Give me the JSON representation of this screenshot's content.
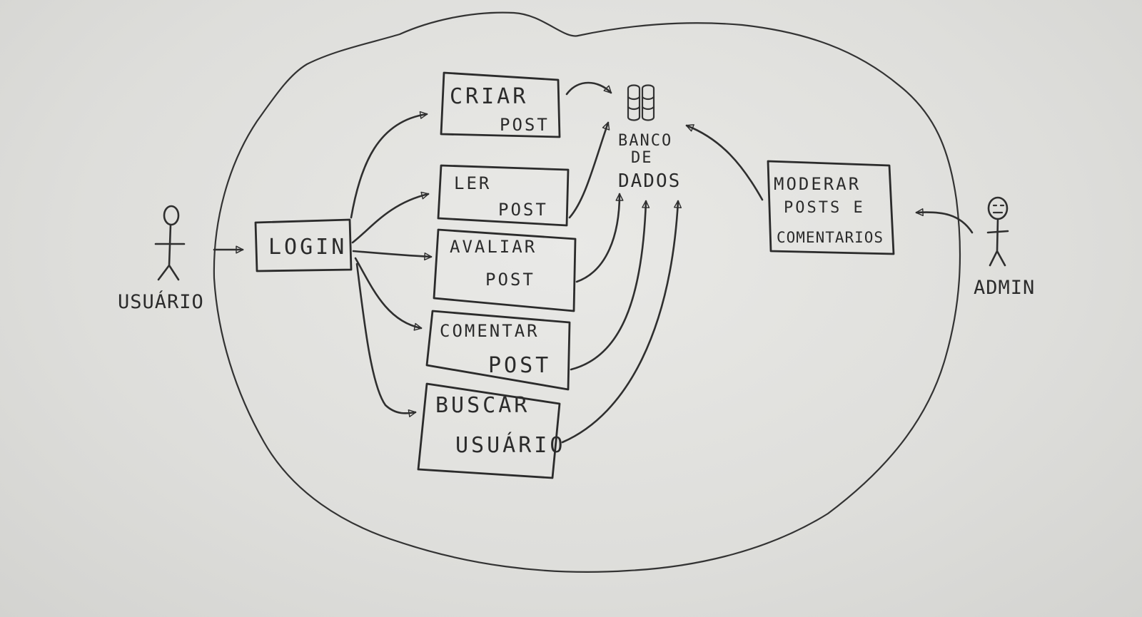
{
  "actors": {
    "user": {
      "label": "USUÁRIO",
      "icon": "stick-figure-icon"
    },
    "admin": {
      "label": "ADMIN",
      "icon": "stick-figure-icon"
    }
  },
  "login": {
    "label": "LOGIN"
  },
  "use_cases": [
    {
      "line1": "CRIAR",
      "line2": "POST"
    },
    {
      "line1": "LER",
      "line2": "POST"
    },
    {
      "line1": "AVALIAR",
      "line2": "POST"
    },
    {
      "line1": "COMENTAR",
      "line2": "POST"
    },
    {
      "line1": "BUSCAR",
      "line2": "USUÁRIO"
    }
  ],
  "database": {
    "line1": "BANCO",
    "line2": "DE",
    "line3": "DADOS",
    "icon": "database-cylinders-icon"
  },
  "moderate": {
    "line1": "MODERAR",
    "line2": "POSTS E",
    "line3": "COMENTARIOS"
  }
}
